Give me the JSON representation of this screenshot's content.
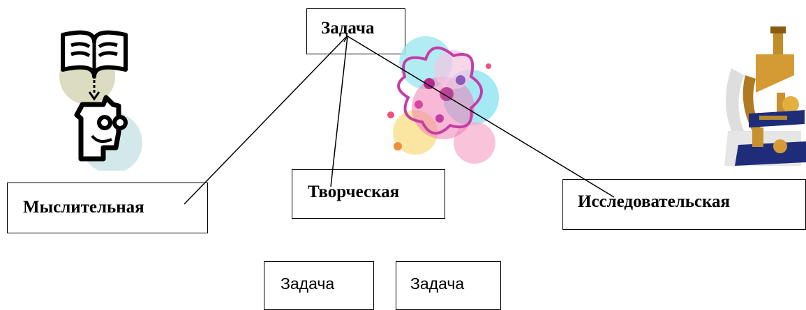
{
  "diagram": {
    "root": {
      "label": "Задача"
    },
    "branches": [
      {
        "label": "Мыслительная"
      },
      {
        "label": "Творческая"
      },
      {
        "label": "Исследовательская"
      }
    ],
    "lower": [
      {
        "label": "Задача"
      },
      {
        "label": "Задача"
      }
    ]
  },
  "icons": [
    "book-head-icon",
    "colorful-flower-icon",
    "microscope-icon"
  ]
}
